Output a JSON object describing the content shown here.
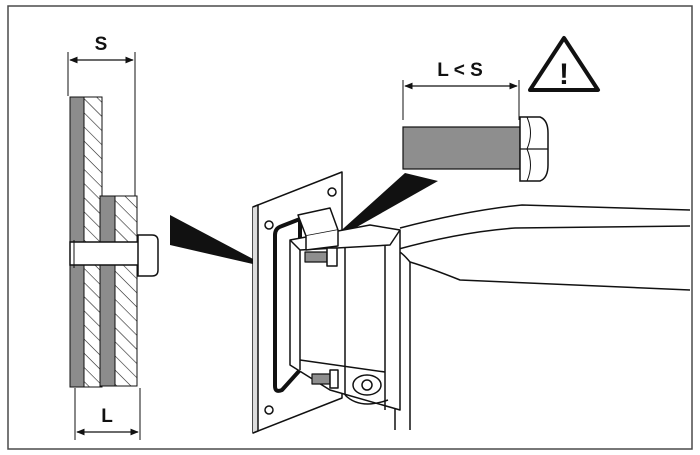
{
  "labels": {
    "dimension_s": "S",
    "dimension_l": "L",
    "condition": "L < S",
    "warning_symbol": "!"
  },
  "colors": {
    "line": "#111111",
    "wall_gray": "#8c8c8c",
    "bolt_gray": "#8e8e8e",
    "frame": "#4a4a4a",
    "background": "#ffffff"
  },
  "icons": {
    "warning": "warning-triangle-icon"
  }
}
